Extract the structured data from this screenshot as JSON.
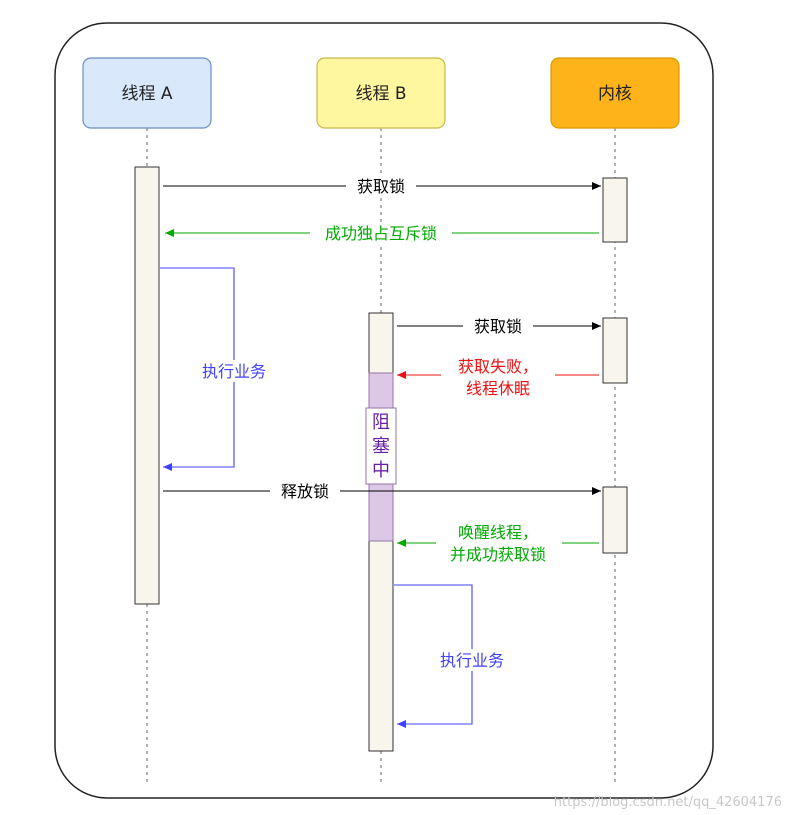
{
  "participants": {
    "thread_a": {
      "label": "线程 A",
      "fill": "#dae8fc",
      "stroke": "#6c8ebf"
    },
    "thread_b": {
      "label": "线程 B",
      "fill": "#fff6a0",
      "stroke": "#c8b84a"
    },
    "kernel": {
      "label": "内核",
      "fill": "#ffb31a",
      "stroke": "#d79b00"
    }
  },
  "messages": {
    "acquire_a": "获取锁",
    "success_exclusive": "成功独占互斥锁",
    "execute_a": "执行业务",
    "acquire_b": "获取锁",
    "fail_line1": "获取失败，",
    "fail_line2": "线程休眠",
    "release": "释放锁",
    "wake_line1": "唤醒线程，",
    "wake_line2": "并成功获取锁",
    "execute_b": "执行业务"
  },
  "blocked": {
    "char1": "阻",
    "char2": "塞",
    "char3": "中"
  },
  "colors": {
    "black": "#000000",
    "green": "#00aa00",
    "red": "#ee1111",
    "blue": "#4040ff",
    "activation_fill": "#f8f5ec",
    "blocked_fill": "#dcc8e6",
    "blocked_stroke": "#9673a6"
  },
  "watermark": "https://blog.csdn.net/qq_42604176"
}
